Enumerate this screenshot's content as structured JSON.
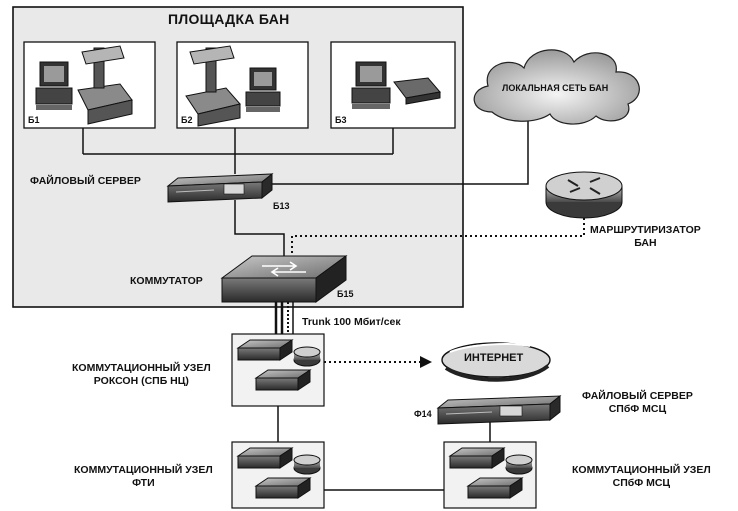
{
  "site_title": "ПЛОЩАДКА БАН",
  "workstations": [
    {
      "label": "Б1"
    },
    {
      "label": "Б2"
    },
    {
      "label": "Б3"
    }
  ],
  "file_server_ban": {
    "label": "ФАЙЛОВЫЙ СЕРВЕР",
    "id": "Б13"
  },
  "switch_ban": {
    "label": "КОММУТАТОР",
    "id": "Б15"
  },
  "lan_cloud": {
    "label": "ЛОКАЛЬНАЯ СЕТЬ БАН"
  },
  "router": {
    "line1": "МАРШРУТИРИЗАТОР",
    "line2": "БАН"
  },
  "trunk": {
    "label": "Trunk 100 Мбит/сек"
  },
  "internet": {
    "label": "ИНТЕРНЕТ"
  },
  "node_rokson": {
    "line1": "КОММУТАЦИОННЫЙ УЗЕЛ",
    "line2": "РОКСОН (СПБ НЦ)"
  },
  "file_server_mcc": {
    "line1": "ФАЙЛОВЫЙ СЕРВЕР",
    "line2": "СПбФ МСЦ",
    "id": "Ф14"
  },
  "node_fti": {
    "line1": "КОММУТАЦИОННЫЙ УЗЕЛ",
    "line2": "ФТИ"
  },
  "node_mcc": {
    "line1": "КОММУТАЦИОННЫЙ УЗЕЛ",
    "line2": "СПбФ МСЦ"
  }
}
